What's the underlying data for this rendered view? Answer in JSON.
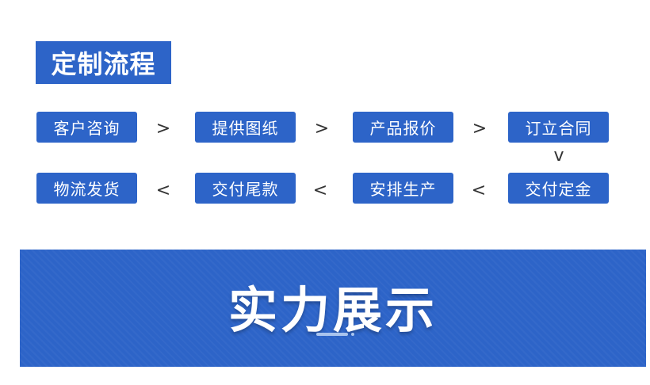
{
  "section_title": "定制流程",
  "steps": [
    "客户咨询",
    "提供图纸",
    "产品报价",
    "订立合同",
    "交付定金",
    "安排生产",
    "交付尾款",
    "物流发货"
  ],
  "arrows": {
    "right": ">",
    "left": "<",
    "down": "v"
  },
  "banner": {
    "title": "实力展示"
  },
  "colors": {
    "accent": "#2d64c8",
    "text_on_accent": "#ffffff",
    "arrow": "#333333"
  }
}
